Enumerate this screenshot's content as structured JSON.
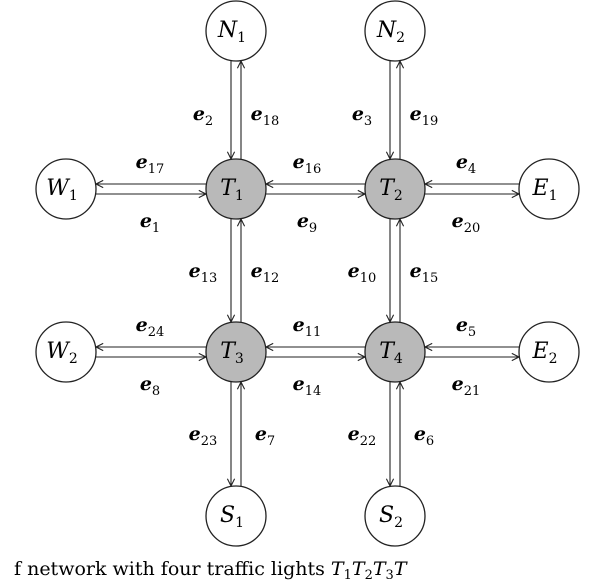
{
  "nodes": [
    {
      "id": "N1",
      "base": "N",
      "sub": "1",
      "kind": "terminal"
    },
    {
      "id": "N2",
      "base": "N",
      "sub": "2",
      "kind": "terminal"
    },
    {
      "id": "W1",
      "base": "W",
      "sub": "1",
      "kind": "terminal"
    },
    {
      "id": "T1",
      "base": "T",
      "sub": "1",
      "kind": "intersection"
    },
    {
      "id": "T2",
      "base": "T",
      "sub": "2",
      "kind": "intersection"
    },
    {
      "id": "E1",
      "base": "E",
      "sub": "1",
      "kind": "terminal"
    },
    {
      "id": "W2",
      "base": "W",
      "sub": "2",
      "kind": "terminal"
    },
    {
      "id": "T3",
      "base": "T",
      "sub": "3",
      "kind": "intersection"
    },
    {
      "id": "T4",
      "base": "T",
      "sub": "4",
      "kind": "intersection"
    },
    {
      "id": "E2",
      "base": "E",
      "sub": "2",
      "kind": "terminal"
    },
    {
      "id": "S1",
      "base": "S",
      "sub": "1",
      "kind": "terminal"
    },
    {
      "id": "S2",
      "base": "S",
      "sub": "2",
      "kind": "terminal"
    }
  ],
  "edges": [
    {
      "id": "e1",
      "base": "e",
      "sub": "1",
      "from": "W1",
      "to": "T1"
    },
    {
      "id": "e17",
      "base": "e",
      "sub": "17",
      "from": "T1",
      "to": "W1"
    },
    {
      "id": "e9",
      "base": "e",
      "sub": "9",
      "from": "T1",
      "to": "T2"
    },
    {
      "id": "e16",
      "base": "e",
      "sub": "16",
      "from": "T2",
      "to": "T1"
    },
    {
      "id": "e4",
      "base": "e",
      "sub": "4",
      "from": "E1",
      "to": "T2"
    },
    {
      "id": "e20",
      "base": "e",
      "sub": "20",
      "from": "T2",
      "to": "E1"
    },
    {
      "id": "e8",
      "base": "e",
      "sub": "8",
      "from": "W2",
      "to": "T3"
    },
    {
      "id": "e24",
      "base": "e",
      "sub": "24",
      "from": "T3",
      "to": "W2"
    },
    {
      "id": "e14",
      "base": "e",
      "sub": "14",
      "from": "T3",
      "to": "T4"
    },
    {
      "id": "e11",
      "base": "e",
      "sub": "11",
      "from": "T4",
      "to": "T3"
    },
    {
      "id": "e5",
      "base": "e",
      "sub": "5",
      "from": "E2",
      "to": "T4"
    },
    {
      "id": "e21",
      "base": "e",
      "sub": "21",
      "from": "T4",
      "to": "E2"
    },
    {
      "id": "e2",
      "base": "e",
      "sub": "2",
      "from": "N1",
      "to": "T1"
    },
    {
      "id": "e18",
      "base": "e",
      "sub": "18",
      "from": "T1",
      "to": "N1"
    },
    {
      "id": "e3",
      "base": "e",
      "sub": "3",
      "from": "N2",
      "to": "T2"
    },
    {
      "id": "e19",
      "base": "e",
      "sub": "19",
      "from": "T2",
      "to": "N2"
    },
    {
      "id": "e13",
      "base": "e",
      "sub": "13",
      "from": "T1",
      "to": "T3"
    },
    {
      "id": "e12",
      "base": "e",
      "sub": "12",
      "from": "T3",
      "to": "T1"
    },
    {
      "id": "e10",
      "base": "e",
      "sub": "10",
      "from": "T2",
      "to": "T4"
    },
    {
      "id": "e15",
      "base": "e",
      "sub": "15",
      "from": "T4",
      "to": "T2"
    },
    {
      "id": "e23",
      "base": "e",
      "sub": "23",
      "from": "T3",
      "to": "S1"
    },
    {
      "id": "e7",
      "base": "e",
      "sub": "7",
      "from": "S1",
      "to": "T3"
    },
    {
      "id": "e22",
      "base": "e",
      "sub": "22",
      "from": "T4",
      "to": "S2"
    },
    {
      "id": "e6",
      "base": "e",
      "sub": "6",
      "from": "S2",
      "to": "T4"
    }
  ],
  "colors": {
    "intersection_fill": "#b9b9b9",
    "terminal_fill": "#ffffff",
    "stroke": "#222222"
  },
  "caption": {
    "prefix": "f",
    "text": "network with four traffic lights",
    "vars": [
      {
        "base": "T",
        "sub": "1"
      },
      {
        "base": "T",
        "sub": "2"
      },
      {
        "base": "T",
        "sub": "3"
      },
      {
        "base": "T"
      }
    ]
  }
}
